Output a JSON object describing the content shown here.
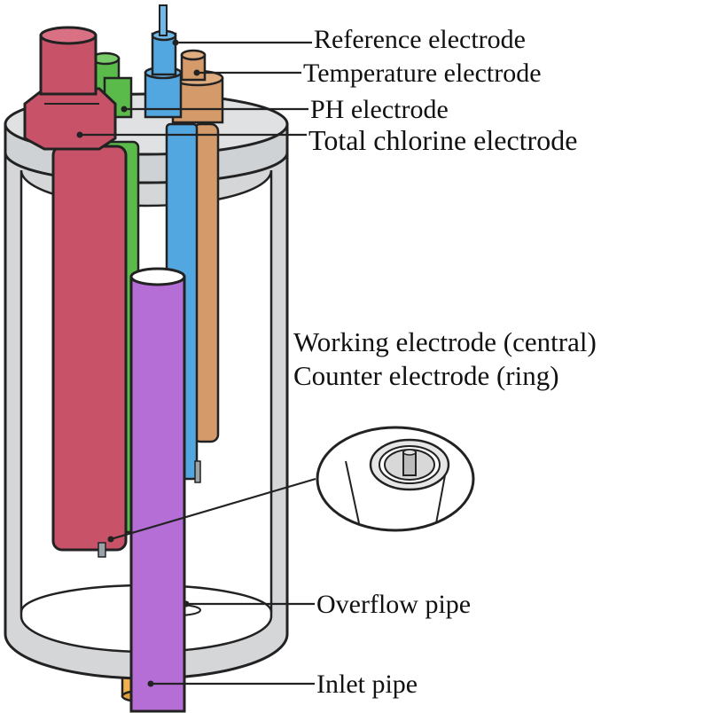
{
  "labels": {
    "reference": "Reference electrode",
    "temperature": "Temperature electrode",
    "ph": "PH electrode",
    "total_chlorine": "Total chlorine electrode",
    "working": "Working electrode (central)",
    "counter": "Counter electrode (ring)",
    "overflow": "Overflow pipe",
    "inlet": "Inlet pipe"
  },
  "colors": {
    "total_chlorine": "#c85368",
    "ph": "#5bbb4a",
    "reference": "#52a7e0",
    "temperature": "#d49a6a",
    "overflow": "#b56ed6",
    "inlet": "#f0b24a",
    "housing": "#d4d6d8"
  }
}
